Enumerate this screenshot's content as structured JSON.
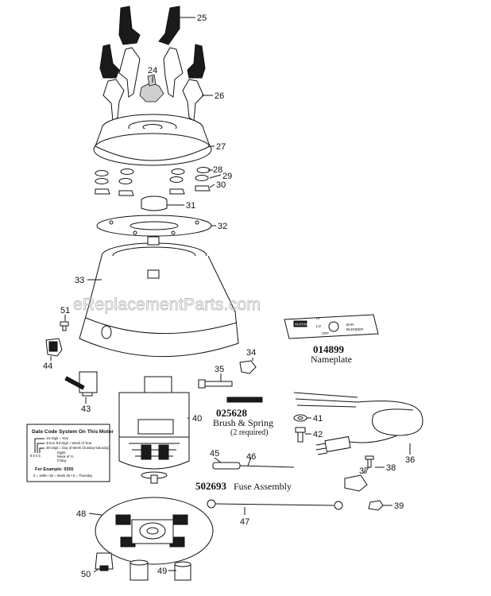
{
  "diagram": {
    "callouts": [
      "25",
      "24",
      "26",
      "27",
      "28",
      "29",
      "30",
      "31",
      "32",
      "33",
      "51",
      "44",
      "34",
      "35",
      "43",
      "40",
      "41",
      "42",
      "36",
      "37",
      "38",
      "45",
      "46",
      "39",
      "48",
      "47",
      "50",
      "49"
    ],
    "captions": {
      "nameplate_number": "014899",
      "nameplate_label": "Nameplate",
      "brush_number": "025628",
      "brush_label": "Brush & Spring",
      "brush_note": "(2 required)",
      "fuse_number": "502693",
      "fuse_label": "Fuse Assembly"
    },
    "nameplate_face": {
      "brand": "WARING",
      "hi": "HI",
      "lo": "LO",
      "off": "OFF",
      "model_line1": "BAR",
      "model_line2": "BLENDER"
    },
    "date_code_box": {
      "title": "Date Code System On This Motor",
      "lines": [
        "1st Digit = Year",
        "2nd & 3rd Digit = Week of Year",
        "4th Digit = Day of Week (Sunday-Saturday)",
        "Digits",
        "Week of Yr.",
        "Friday"
      ],
      "sample_code": "9 0 5 5",
      "example_label": "For Example: 9355",
      "example_decoded": "9 = 1999 • 35 = Week 35 • 5 = Thursday"
    },
    "watermark": "eReplacementParts.com"
  }
}
